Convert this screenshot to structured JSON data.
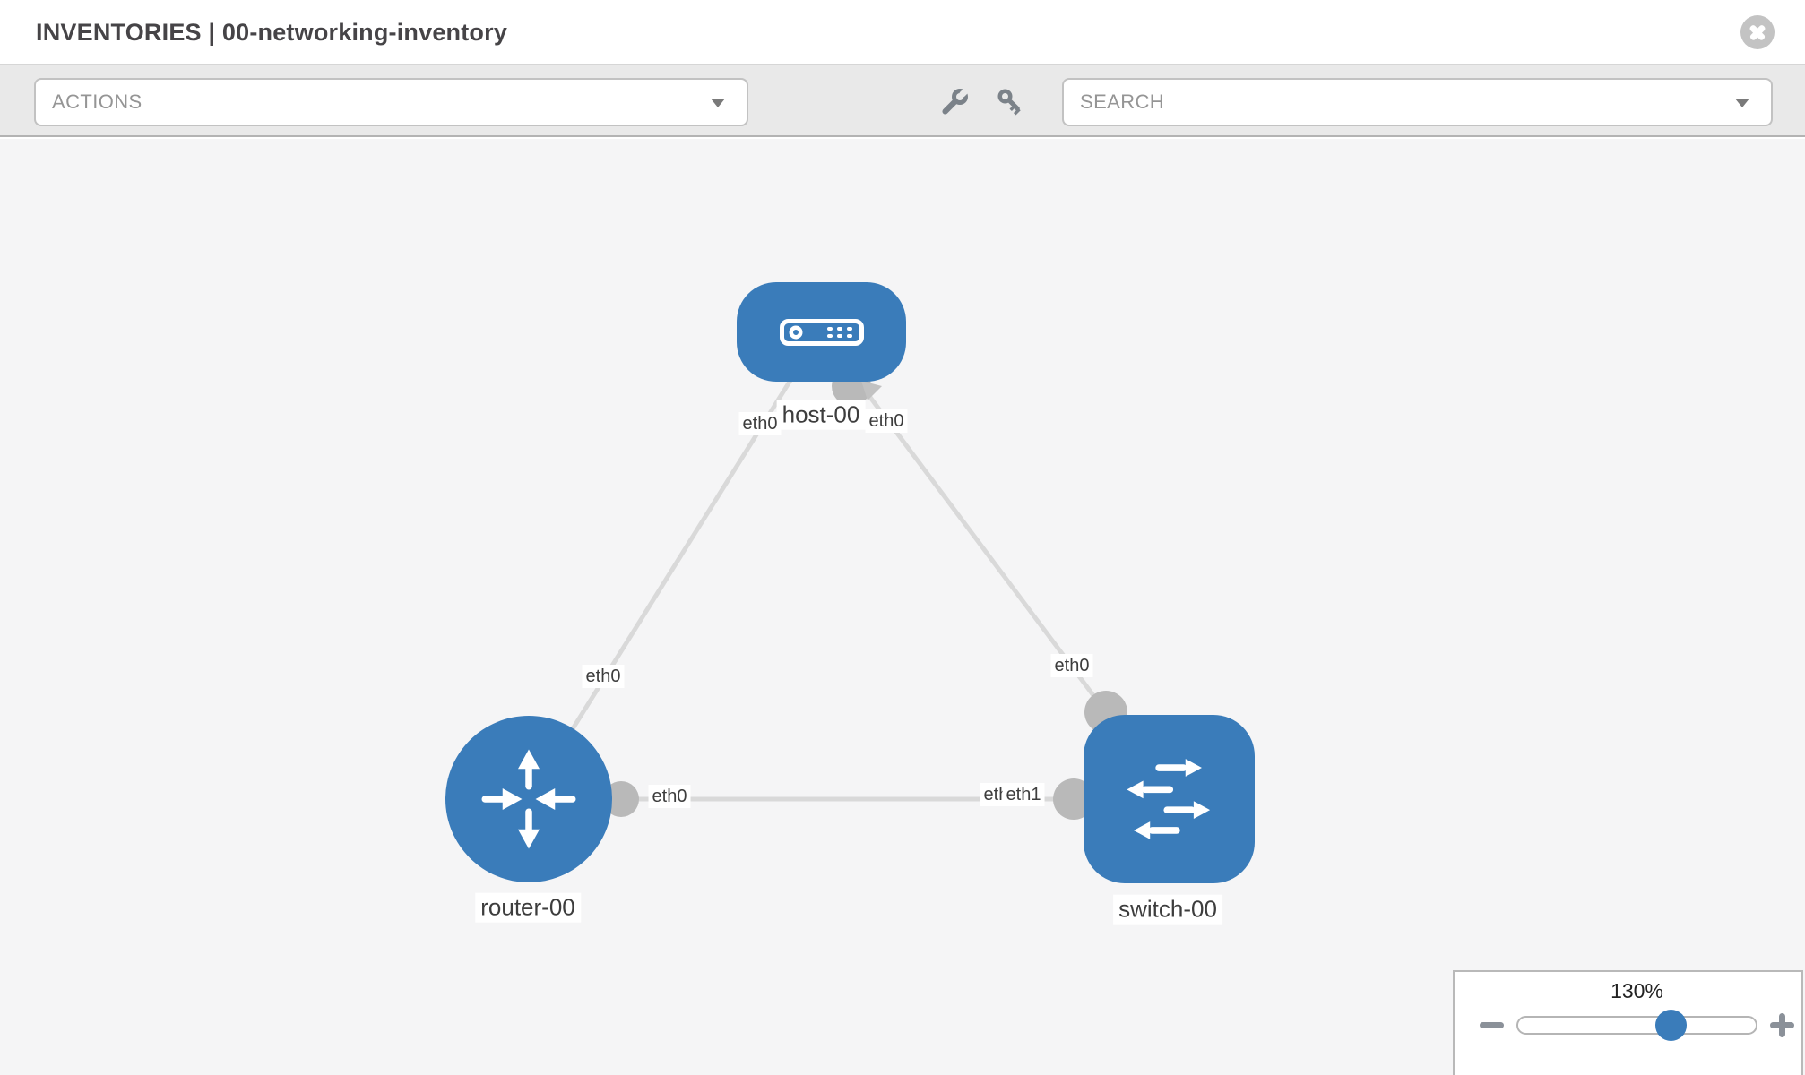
{
  "header": {
    "title": "INVENTORIES | 00-networking-inventory"
  },
  "toolbar": {
    "actions_label": "ACTIONS",
    "search_label": "SEARCH",
    "icons": [
      "wrench-icon",
      "key-icon"
    ]
  },
  "topology": {
    "nodes": [
      {
        "name": "host-00",
        "type": "host"
      },
      {
        "name": "router-00",
        "type": "router"
      },
      {
        "name": "switch-00",
        "type": "switch"
      }
    ],
    "links": [
      {
        "from": "host-00",
        "to": "router-00"
      },
      {
        "from": "host-00",
        "to": "switch-00"
      },
      {
        "from": "router-00",
        "to": "switch-00"
      }
    ],
    "interface_labels": [
      {
        "node": "host-00",
        "label": "eth0"
      },
      {
        "node": "host-00",
        "label": "eth0"
      },
      {
        "node": "router-00",
        "label": "eth0"
      },
      {
        "node": "router-00",
        "label": "eth0"
      },
      {
        "node": "switch-00",
        "label": "eth0"
      },
      {
        "node": "switch-00",
        "label": "eth0"
      },
      {
        "node": "switch-00",
        "label": "eth1"
      }
    ]
  },
  "zoom_control": {
    "level": "130%"
  },
  "colors": {
    "node_blue": "#3a7cba",
    "link_gray": "#d9d9d9",
    "connector_gray": "#b9b9b9",
    "toolbar_icon_gray": "#7b8289",
    "label_text": "#3d3d3d",
    "muted_text": "#959595"
  }
}
